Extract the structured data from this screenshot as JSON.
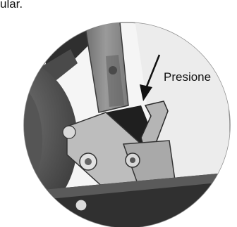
{
  "page": {
    "top_fragment": "ular.",
    "callout_label": "Presione",
    "figure_icon": "scooter-folding-latch-detail"
  }
}
